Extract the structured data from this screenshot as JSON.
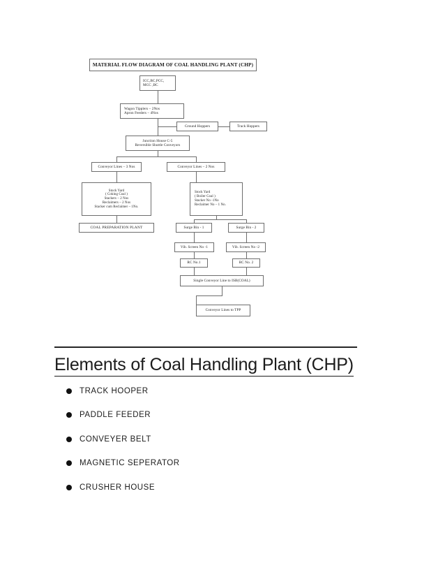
{
  "diagram": {
    "title": "MATERIAL FLOW DIAGRAM OF COAL HANDLING  PLANT (CHP)",
    "nodes": {
      "control_room": {
        "line1": "ICC,BC,PCC,",
        "line2": "MCC ,BC"
      },
      "wagon_tippler": {
        "line1": "Wagon Tipplers – 2Nos",
        "line2": "Apron Feeders – 4Nos"
      },
      "ground_hoppers": {
        "label": "Ground Hoppers"
      },
      "track_hoppers": {
        "label": "Track Hoppers"
      },
      "junction_house": {
        "line1": "Junction House C-5",
        "line2": "Reversible Shuttle Conveyors"
      },
      "conveyor_lines_3": {
        "label": "Conveyor Lines – 3 Nos"
      },
      "conveyor_lines_2": {
        "label": "Conveyor Lines – 2 Nos"
      },
      "stock_yard_coking": {
        "line1": "Stock Yard",
        "line2": "( Coking Coal )",
        "line3": "Stackers – 2 Nos",
        "line4": "Reclaimers – 2 Nos",
        "line5": "Stacker cum Reclaimer – 1No."
      },
      "stock_yard_boiler": {
        "line1": "Stock Yard",
        "line2": "( Boiler Coal )",
        "line3": "Stacker No -1No",
        "line4": "Reclaimer No – 1 No."
      },
      "coal_preparation_plant": {
        "label": "COAL PREPARATION PLANT"
      },
      "surge_bin_1": {
        "label": "Surge Bin - 1"
      },
      "surge_bin_2": {
        "label": "Surge Bin - 2"
      },
      "vib_screen_1": {
        "label": "Vib. Screen No -1"
      },
      "vib_screen_2": {
        "label": "Vib. Screen No -2"
      },
      "rc_no_1": {
        "label": "RC No.1"
      },
      "rc_no_2": {
        "label": "RC No. 2"
      },
      "single_conveyor_isb": {
        "label": "Single Conveyor Line to ISB(COAL)"
      },
      "conveyor_lines_tpp": {
        "label": "Conveyor Lines to TPP"
      }
    }
  },
  "content": {
    "heading": "Elements of Coal Handling Plant (CHP)",
    "elements": [
      {
        "label": "TRACK HOOPER"
      },
      {
        "label": "PADDLE FEEDER"
      },
      {
        "label": "CONVEYER BELT"
      },
      {
        "label": "MAGNETIC SEPERATOR"
      },
      {
        "label": "CRUSHER HOUSE"
      }
    ]
  },
  "colors": {
    "box_border": "#6d6d6d",
    "text": "#1a1a1a",
    "rule": "#262626",
    "bullet": "#111111"
  }
}
